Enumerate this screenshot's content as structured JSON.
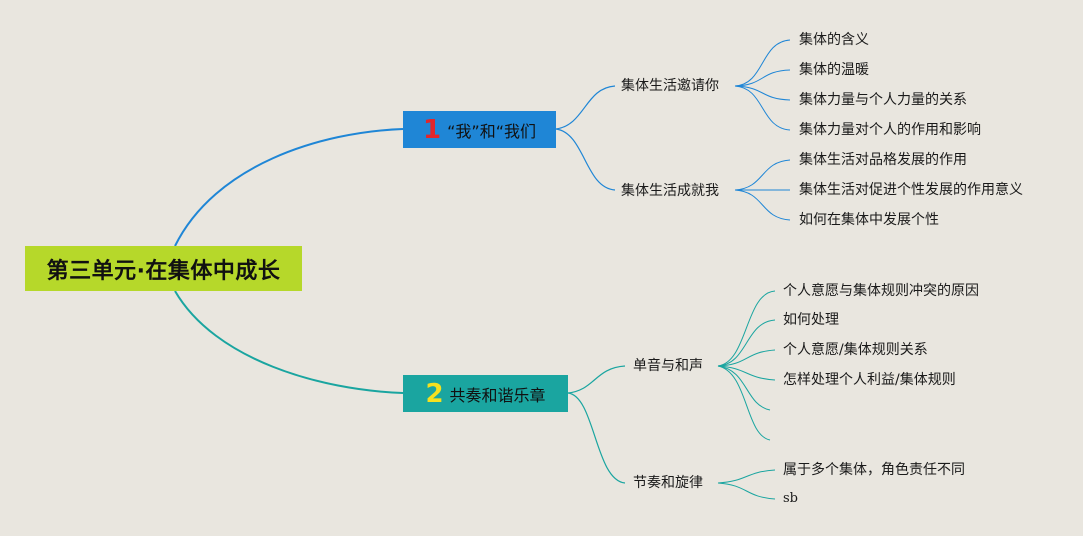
{
  "root": {
    "title": "第三单元·在集体中成长"
  },
  "branch1": {
    "number": "1",
    "label": "“我”和“我们",
    "children": [
      {
        "label": "集体生活邀请你",
        "leaves": [
          "集体的含义",
          "集体的温暖",
          "集体力量与个人力量的关系",
          "集体力量对个人的作用和影响"
        ]
      },
      {
        "label": "集体生活成就我",
        "leaves": [
          "集体生活对品格发展的作用",
          "集体生活对促进个性发展的作用意义",
          "如何在集体中发展个性"
        ]
      }
    ]
  },
  "branch2": {
    "number": "2",
    "label": "共奏和谐乐章",
    "children": [
      {
        "label": "单音与和声",
        "leaves": [
          "个人意愿与集体规则冲突的原因",
          "如何处理",
          "个人意愿/集体规则关系",
          "怎样处理个人利益/集体规则",
          "",
          ""
        ]
      },
      {
        "label": "节奏和旋律",
        "leaves": [
          "属于多个集体，角色责任不同",
          "sb"
        ]
      }
    ]
  },
  "colors": {
    "background": "#e9e6df",
    "root": "#b6d82a",
    "branch1": "#1f86d6",
    "branch2": "#1aa5a0",
    "number1": "#e2262b",
    "number2": "#f5e11f"
  }
}
